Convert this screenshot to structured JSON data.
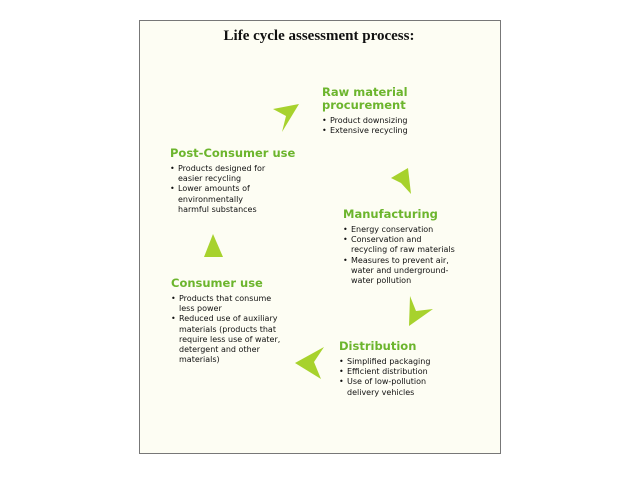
{
  "title": "Life cycle assessment process:",
  "colors": {
    "stage_title": "#6cb52d",
    "arrow": "#a7d22d",
    "background": "#fdfdf3",
    "border": "#777777"
  },
  "stages": [
    {
      "title_lines": [
        "Raw material",
        "procurement"
      ],
      "items": [
        [
          "Product downsizing"
        ],
        [
          "Extensive recycling"
        ]
      ]
    },
    {
      "title_lines": [
        "Manufacturing"
      ],
      "items": [
        [
          "Energy conservation"
        ],
        [
          "Conservation and",
          "recycling of raw materials"
        ],
        [
          "Measures to prevent air,",
          "water and underground-",
          "water pollution"
        ]
      ]
    },
    {
      "title_lines": [
        "Distribution"
      ],
      "items": [
        [
          "Simplified packaging"
        ],
        [
          "Efficient distribution"
        ],
        [
          "Use of low-pollution",
          "delivery vehicles"
        ]
      ]
    },
    {
      "title_lines": [
        "Consumer use"
      ],
      "items": [
        [
          "Products that consume",
          "less power"
        ],
        [
          "Reduced use of auxiliary",
          "materials (products that",
          "require less use of water,",
          "detergent and other",
          "materials)"
        ]
      ]
    },
    {
      "title_lines": [
        "Post-Consumer use"
      ],
      "items": [
        [
          "Products designed for",
          "easier recycling"
        ],
        [
          "Lower amounts of",
          "environmentally",
          "harmful substances"
        ]
      ]
    }
  ],
  "arrows": [
    "arrow-right-icon",
    "arrow-down-icon",
    "arrow-down-icon",
    "arrow-left-icon",
    "arrow-up-icon"
  ]
}
